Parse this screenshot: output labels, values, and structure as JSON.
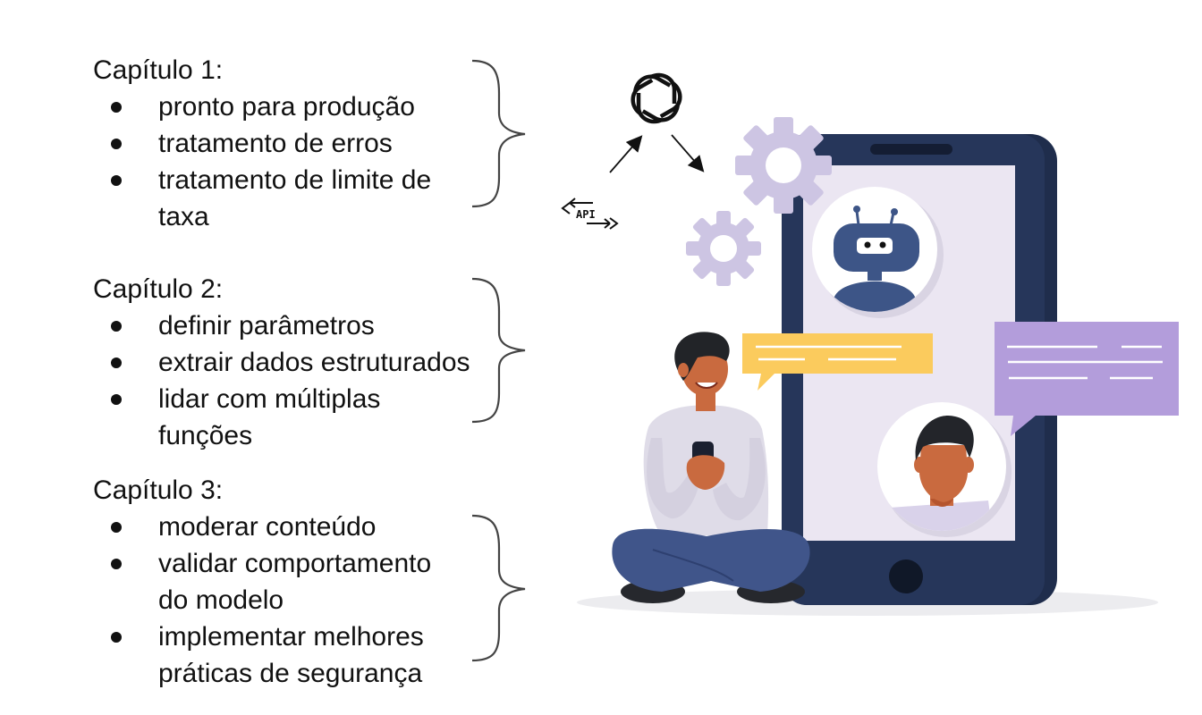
{
  "chapters": [
    {
      "title": "Capítulo 1:",
      "items": [
        "pronto para produção",
        "tratamento de erros",
        "tratamento de limite de\ntaxa"
      ]
    },
    {
      "title": "Capítulo 2:",
      "items": [
        "definir parâmetros",
        "extrair dados estruturados",
        "lidar com múltiplas\nfunções"
      ]
    },
    {
      "title": "Capítulo 3:",
      "items": [
        "moderar conteúdo",
        "validar comportamento\ndo modelo",
        "implementar melhores\npráticas de segurança"
      ]
    }
  ],
  "diagram": {
    "api_label": "API",
    "icons": [
      "openai-logo-icon",
      "api-arrows-icon",
      "gear-icon",
      "robot-avatar-icon",
      "user-avatar-icon",
      "chat-bubble-icon",
      "smartphone-icon",
      "person-with-phone-illustration"
    ]
  },
  "colors": {
    "phone_frame": "#26365a",
    "phone_screen": "#ebe6f2",
    "gear": "#cdc5e3",
    "robot": "#3d5587",
    "bubble_yellow": "#fbcb5d",
    "bubble_purple": "#b39ddb",
    "skin": "#c96a3f",
    "hair": "#222428",
    "sweater": "#dfdce8",
    "pants": "#40558a"
  }
}
